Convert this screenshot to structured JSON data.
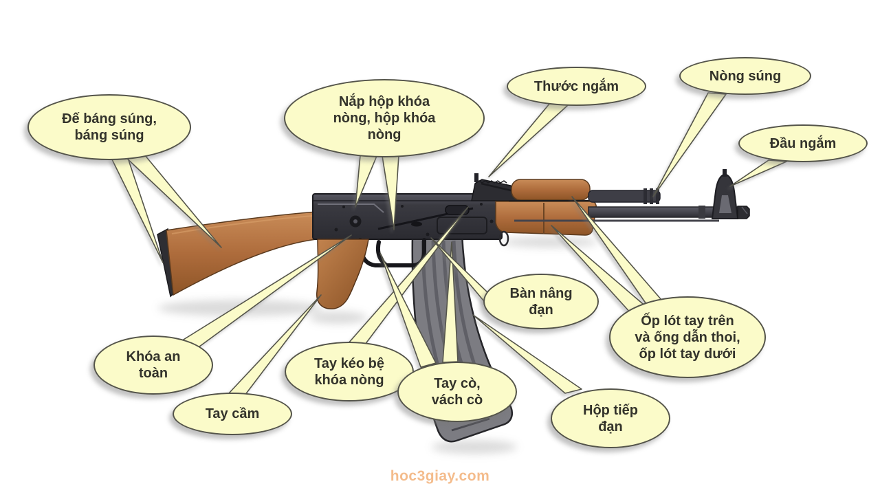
{
  "watermark": {
    "text": "hoc3giay.com",
    "color": "#F4BC8C"
  },
  "diagram": {
    "type": "labeled-diagram",
    "subject": "AK-47 assault rifle parts",
    "language": "vi",
    "bubble_fill": "#FBFBC9",
    "bubble_border": "#54544A",
    "label_text_color": "#33332B",
    "labels": [
      {
        "id": "de-bang-sung",
        "text": "Đế báng súng, báng súng"
      },
      {
        "id": "nap-hop-khoa-nong",
        "text": "Nắp hộp khóa nòng, hộp khóa nòng"
      },
      {
        "id": "thuoc-ngam",
        "text": "Thước ngắm"
      },
      {
        "id": "nong-sung",
        "text": "Nòng súng"
      },
      {
        "id": "dau-ngam",
        "text": "Đầu ngắm"
      },
      {
        "id": "khoa-an-toan",
        "text": "Khóa an toàn"
      },
      {
        "id": "tay-cam",
        "text": "Tay cầm"
      },
      {
        "id": "tay-keo-be-khoa-nong",
        "text": "Tay kéo bệ khóa nòng"
      },
      {
        "id": "tay-co-vach-co",
        "text": "Tay cò, vách cò"
      },
      {
        "id": "ban-nang-dan",
        "text": "Bàn nâng đạn"
      },
      {
        "id": "hop-tiep-dan",
        "text": "Hộp tiếp đạn"
      },
      {
        "id": "op-lot-tay",
        "text": "Ốp lót tay trên và ống dẫn thoi, ốp lót tay dưới"
      }
    ]
  }
}
